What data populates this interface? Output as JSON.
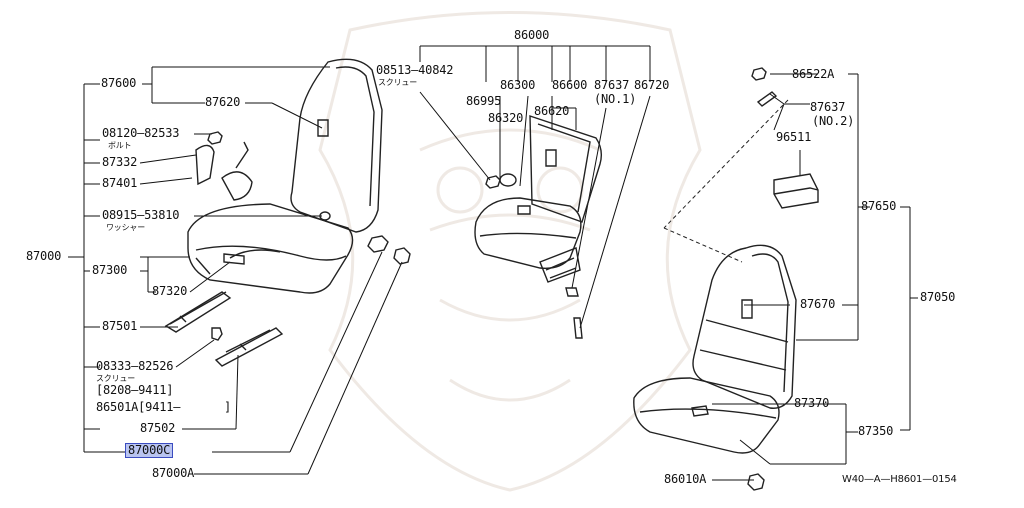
{
  "highlight_color": "#b9c4f0",
  "highlight_border": "#3b4cc0",
  "parts": {
    "p87600": "87600",
    "p87620": "87620",
    "p08120": "08120—82533",
    "p08120_sub": "ボルト",
    "p87332": "87332",
    "p87401": "87401",
    "p08915": "08915—53810",
    "p08915_sub": "ワッシャー",
    "p87000": "87000",
    "p87300": "87300",
    "p87320": "87320",
    "p87501": "87501",
    "p08333": "08333—82526",
    "p08333_sub": "スクリュー",
    "p8208": "[8208—9411]",
    "p86501": "86501A[9411—",
    "p86501_end": "]",
    "p87502": "87502",
    "p87000c": "87000C",
    "p87000a": "87000A",
    "p86000": "86000",
    "p08513": "08513—40842",
    "p08513_sub": "スクリュー",
    "p86300": "86300",
    "p86600": "86600",
    "p87637a": "87637",
    "p87637a_sub": "(NO.1)",
    "p86720": "86720",
    "p86995": "86995",
    "p86320": "86320",
    "p86620": "86620",
    "p86522": "86522A",
    "p87637b": "87637",
    "p87637b_sub": "(NO.2)",
    "p96511": "96511",
    "p87650": "87650",
    "p87050": "87050",
    "p87670": "87670",
    "p87370": "87370",
    "p87350": "87350",
    "p86010": "86010A"
  },
  "diagram_code": "W40—A—H8601—0154"
}
